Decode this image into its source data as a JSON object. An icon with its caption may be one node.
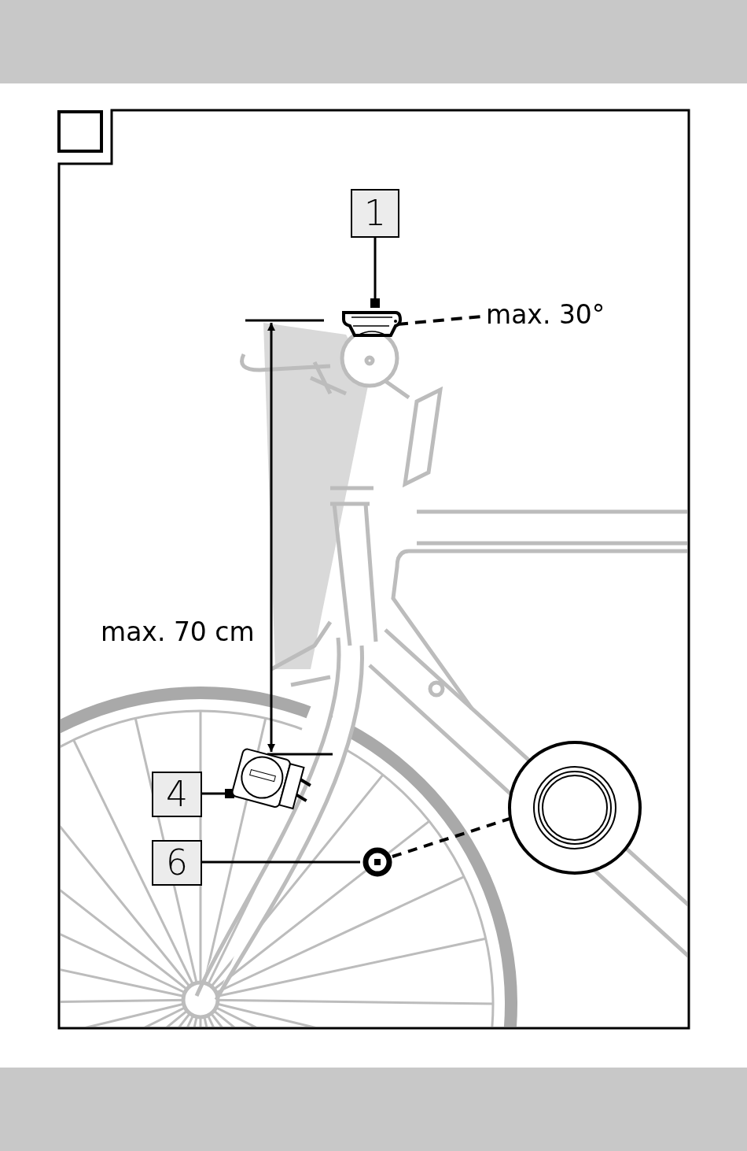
{
  "diagram": {
    "nodes": [
      {
        "text": [
          "1"
        ]
      },
      {
        "text": [],
        "shape": "picture"
      },
      {
        "text": [
          "4"
        ]
      },
      {
        "text": [],
        "shape": "picture"
      },
      {
        "text": [
          "6"
        ]
      },
      {
        "text": [],
        "shape": "circle"
      },
      {
        "text": [],
        "shape": "circle"
      }
    ],
    "edges": [
      {
        "from": 0,
        "to": 1,
        "arrow": "other"
      },
      {
        "from": 2,
        "to": 3,
        "arrow": "other"
      },
      {
        "from": 4,
        "to": 5,
        "arrow": "none"
      },
      {
        "from": 5,
        "to": 6,
        "arrow": "none",
        "style": "dashed"
      }
    ],
    "labels": [
      "max. 30°",
      "max. 70 cm"
    ]
  }
}
